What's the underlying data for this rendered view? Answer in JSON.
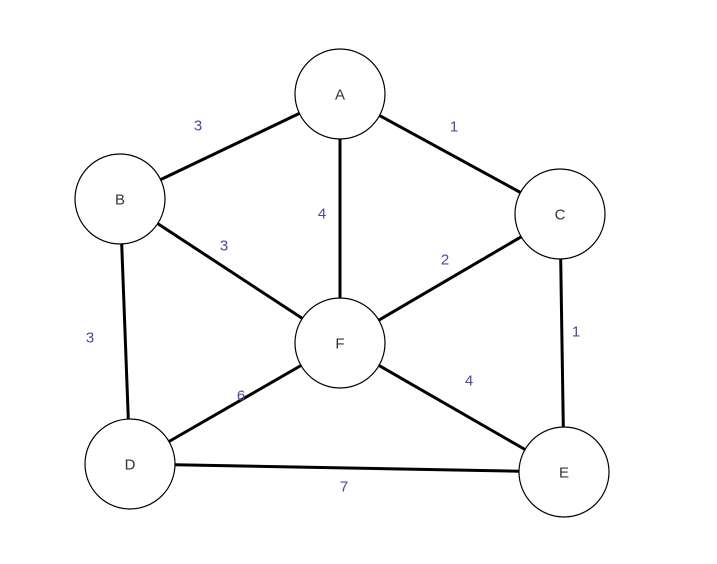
{
  "colors": {
    "edge": "#000000",
    "node_fill": "#ffffff",
    "node_stroke": "#000000",
    "node_label": "#333333",
    "weight_label": "#4a4a99"
  },
  "nodes": [
    {
      "id": "A",
      "label": "A"
    },
    {
      "id": "B",
      "label": "B"
    },
    {
      "id": "C",
      "label": "C"
    },
    {
      "id": "D",
      "label": "D"
    },
    {
      "id": "E",
      "label": "E"
    },
    {
      "id": "F",
      "label": "F"
    }
  ],
  "edges": [
    {
      "from": "A",
      "to": "B",
      "weight": "3"
    },
    {
      "from": "A",
      "to": "C",
      "weight": "1"
    },
    {
      "from": "A",
      "to": "F",
      "weight": "4"
    },
    {
      "from": "B",
      "to": "F",
      "weight": "3"
    },
    {
      "from": "B",
      "to": "D",
      "weight": "3"
    },
    {
      "from": "C",
      "to": "F",
      "weight": "2"
    },
    {
      "from": "C",
      "to": "E",
      "weight": "1"
    },
    {
      "from": "F",
      "to": "E",
      "weight": "4"
    },
    {
      "from": "D",
      "to": "F",
      "weight": "6"
    },
    {
      "from": "D",
      "to": "E",
      "weight": "7"
    }
  ]
}
